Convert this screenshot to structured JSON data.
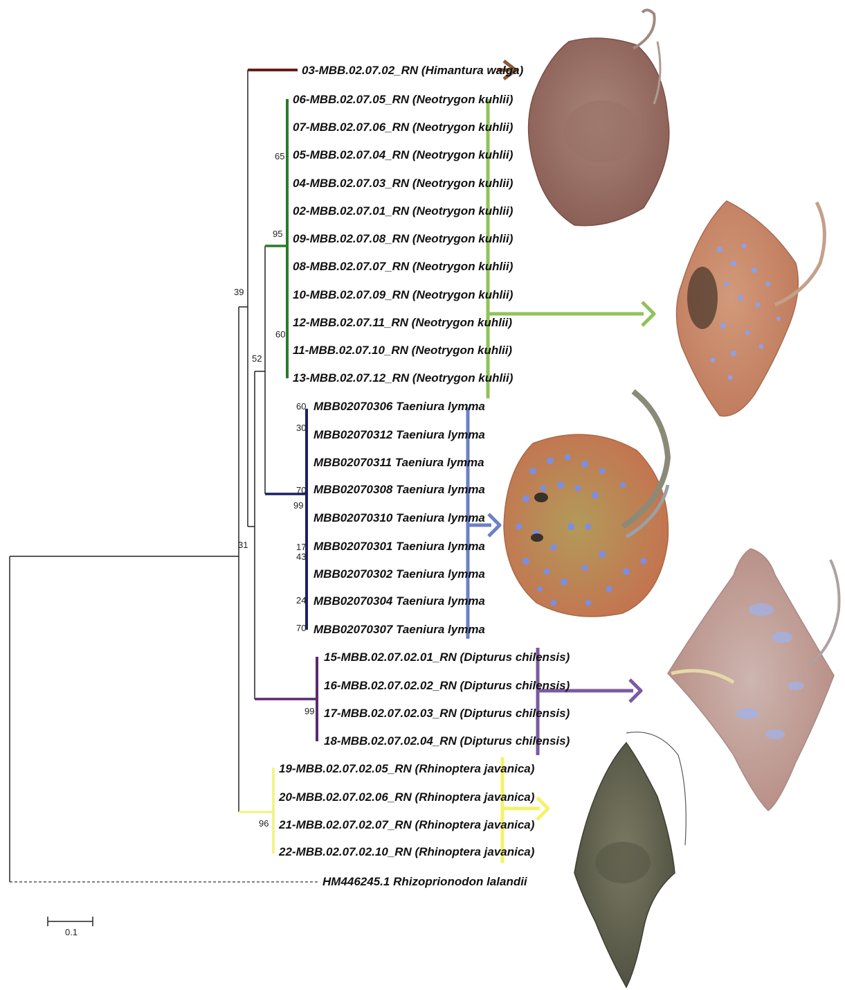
{
  "tree": {
    "scale_label": "0.1",
    "colors": {
      "himantura": "#6b1a1a",
      "neotrygon": "#2a7a2a",
      "neotrygon_bracket": "#8fc35a",
      "taeniura": "#1c1f63",
      "taeniura_bracket": "#6b80c8",
      "dipturus": "#5a2a6e",
      "dipturus_bracket": "#7a5aa0",
      "rhinoptera": "#f2f27a",
      "rhinoptera_bracket": "#f5f26a",
      "arrow_himantura": "#8a5a3a"
    },
    "leaves": {
      "himantura": "03-MBB.02.07.02_RN (Himantura walga)",
      "neotrygon": [
        "06-MBB.02.07.05_RN (Neotrygon kuhlii)",
        "07-MBB.02.07.06_RN (Neotrygon kuhlii)",
        "05-MBB.02.07.04_RN (Neotrygon kuhlii)",
        "04-MBB.02.07.03_RN (Neotrygon kuhlii)",
        "02-MBB.02.07.01_RN (Neotrygon kuhlii)",
        "09-MBB.02.07.08_RN (Neotrygon kuhlii)",
        "08-MBB.02.07.07_RN (Neotrygon kuhlii)",
        "10-MBB.02.07.09_RN (Neotrygon kuhlii)",
        "12-MBB.02.07.11_RN (Neotrygon kuhlii)",
        "11-MBB.02.07.10_RN (Neotrygon kuhlii)",
        "13-MBB.02.07.12_RN (Neotrygon kuhlii)"
      ],
      "taeniura": [
        "MBB02070306 Taeniura lymma",
        "MBB02070312 Taeniura lymma",
        "MBB02070311 Taeniura lymma",
        "MBB02070308 Taeniura lymma",
        "MBB02070310 Taeniura lymma",
        "MBB02070301 Taeniura lymma",
        "MBB02070302 Taeniura lymma",
        "MBB02070304 Taeniura lymma",
        "MBB02070307 Taeniura lymma"
      ],
      "dipturus": [
        "15-MBB.02.07.02.01_RN (Dipturus chilensis)",
        "16-MBB.02.07.02.02_RN (Dipturus chilensis)",
        "17-MBB.02.07.02.03_RN (Dipturus chilensis)",
        "18-MBB.02.07.02.04_RN (Dipturus chilensis)"
      ],
      "rhinoptera": [
        "19-MBB.02.07.02.05_RN (Rhinoptera javanica)",
        "20-MBB.02.07.02.06_RN (Rhinoptera javanica)",
        "21-MBB.02.07.02.07_RN (Rhinoptera javanica)",
        "22-MBB.02.07.02.10_RN (Rhinoptera javanica)"
      ],
      "outgroup": "HM446245.1 Rhizoprionodon lalandii"
    },
    "bootstrap": {
      "root_ingroup": "31",
      "stingray_group": "39",
      "neotrygon_taeniura": "52",
      "neotrygon": "95",
      "neotrygon_sub_a": "65",
      "neotrygon_sub_b": "60",
      "taeniura": "99",
      "taeniura_a": "60",
      "taeniura_b": "30",
      "taeniura_c": "70",
      "taeniura_d": "17",
      "taeniura_e": "43",
      "taeniura_f": "24",
      "taeniura_g": "70",
      "dipturus": "99",
      "rhinoptera": "96"
    },
    "images": [
      {
        "species": "Himantura walga",
        "color": "#9c6f64"
      },
      {
        "species": "Neotrygon kuhlii",
        "color": "#c98a6a"
      },
      {
        "species": "Taeniura lymma",
        "color": "#b98a55"
      },
      {
        "species": "Dipturus chilensis",
        "color": "#c5a7a0"
      },
      {
        "species": "Rhinoptera javanica",
        "color": "#6c6b57"
      }
    ]
  }
}
